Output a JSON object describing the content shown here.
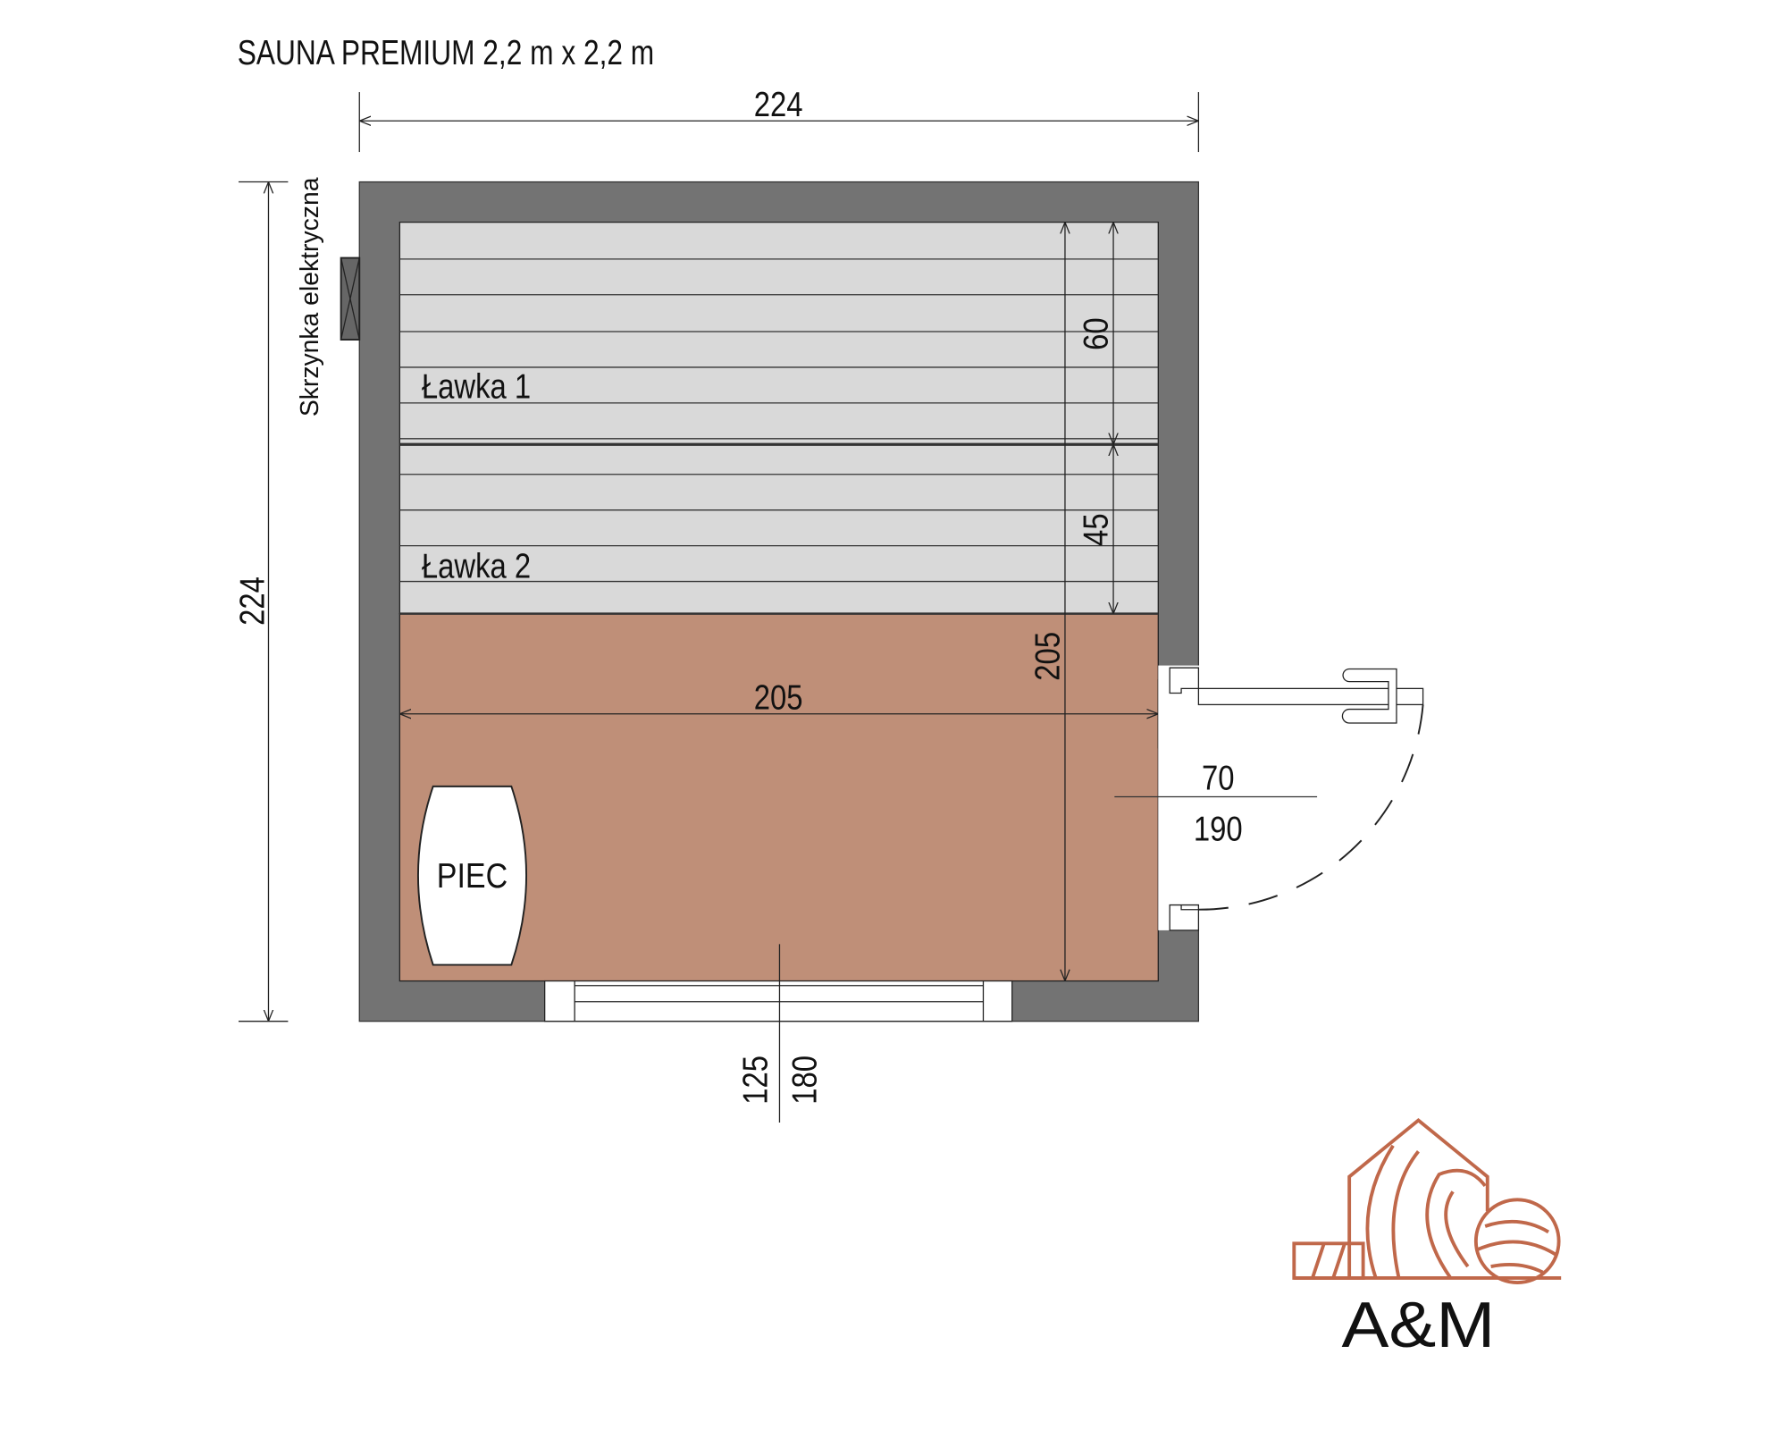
{
  "title": "SAUNA PREMIUM 2,2 m  x 2,2 m",
  "dimensions": {
    "outer_width": "224",
    "outer_height": "224",
    "inner_width": "205",
    "inner_depth": "205",
    "bench1_depth": "60",
    "bench2_depth": "45",
    "door_width": "70",
    "door_height": "190",
    "window_height": "125",
    "window_width": "180"
  },
  "labels": {
    "electric_box": "Skrzynka elektryczna",
    "bench1": "Ławka 1",
    "bench2": "Ławka 2",
    "stove": "PIEC"
  },
  "logo": {
    "text": "A&M",
    "display": "A̲&M"
  },
  "colors": {
    "wall": "#737373",
    "bench": "#d9d9d9",
    "floor": "#bf8f78",
    "logo": "#c0684a",
    "logo_text": "#2b3a37"
  }
}
